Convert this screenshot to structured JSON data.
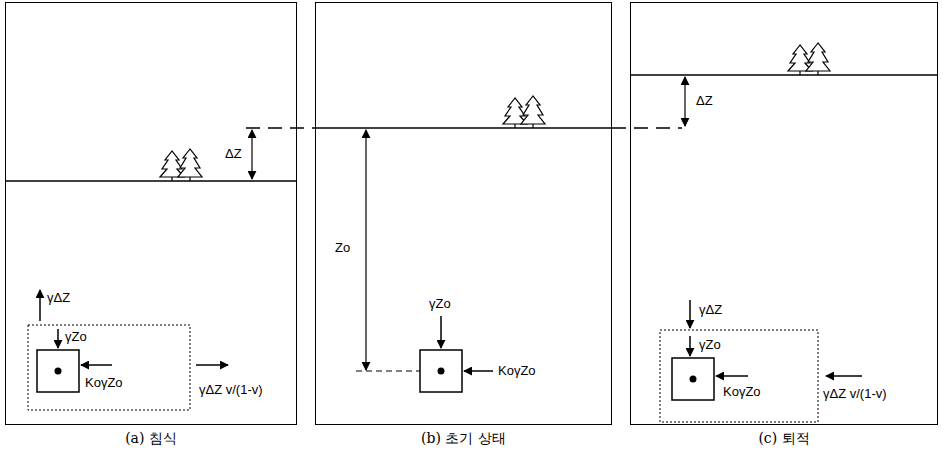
{
  "diagram": {
    "nodes": [
      {
        "text": [
          "(a) 침식"
        ]
      },
      {
        "text": [
          "(b) 초기 상태"
        ]
      },
      {
        "text": [
          "(c) 퇴적"
        ]
      }
    ],
    "labels": [
      "ΔZ",
      "γΔZ",
      "γZo",
      "KoγZo",
      "γΔZ v/(1-v)",
      "Zo",
      "γZo",
      "KoγZo",
      "ΔZ",
      "γΔZ",
      "γZo",
      "KoγZo",
      "γΔZ v/(1-v)"
    ]
  }
}
